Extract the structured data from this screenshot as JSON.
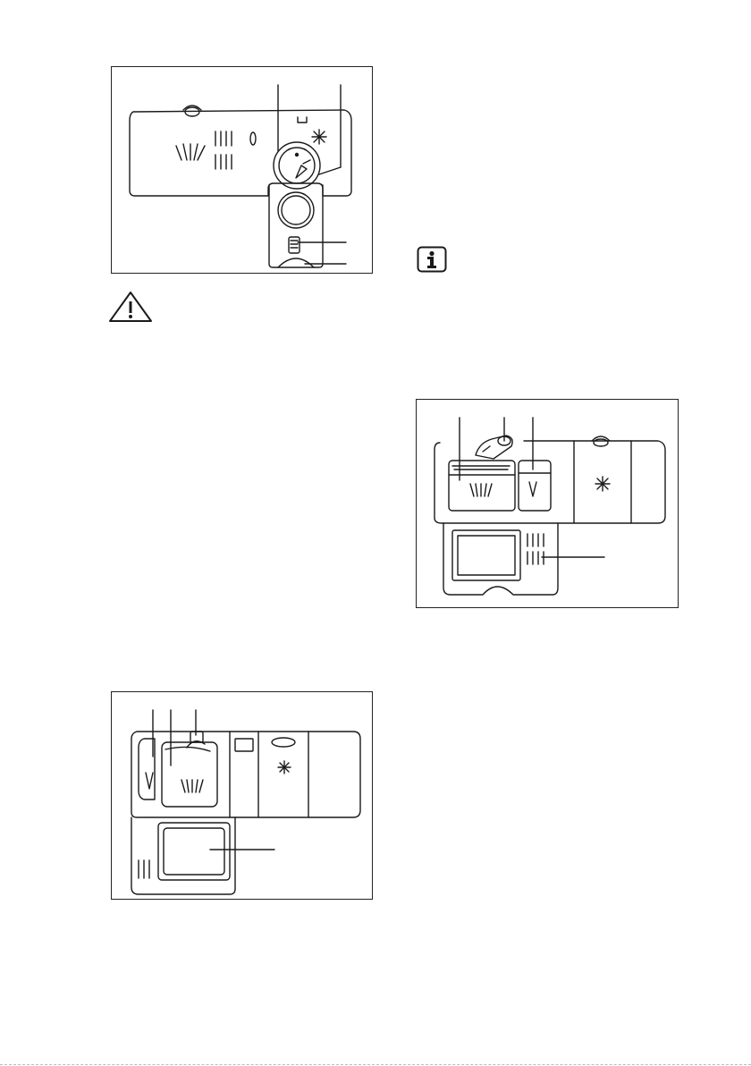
{
  "figures": [
    {
      "id": "fig-dispenser-regulator",
      "parts": [
        "dial",
        "pointer",
        "window",
        "lid-release"
      ]
    },
    {
      "id": "fig-dispenser-three-compartment",
      "parts": [
        "compartment-a",
        "compartment-b",
        "lid-catch",
        "main-compartment"
      ]
    },
    {
      "id": "fig-dispenser-rinse-left",
      "parts": [
        "prewash-compartment",
        "tablet-compartment",
        "release-button",
        "lid"
      ]
    }
  ],
  "symbols": {
    "warning": "warning-icon",
    "info": "info-icon",
    "detergent": "detergent-symbol",
    "rinse_aid": "rinse-aid-symbol",
    "prewash": "prewash-symbol"
  }
}
